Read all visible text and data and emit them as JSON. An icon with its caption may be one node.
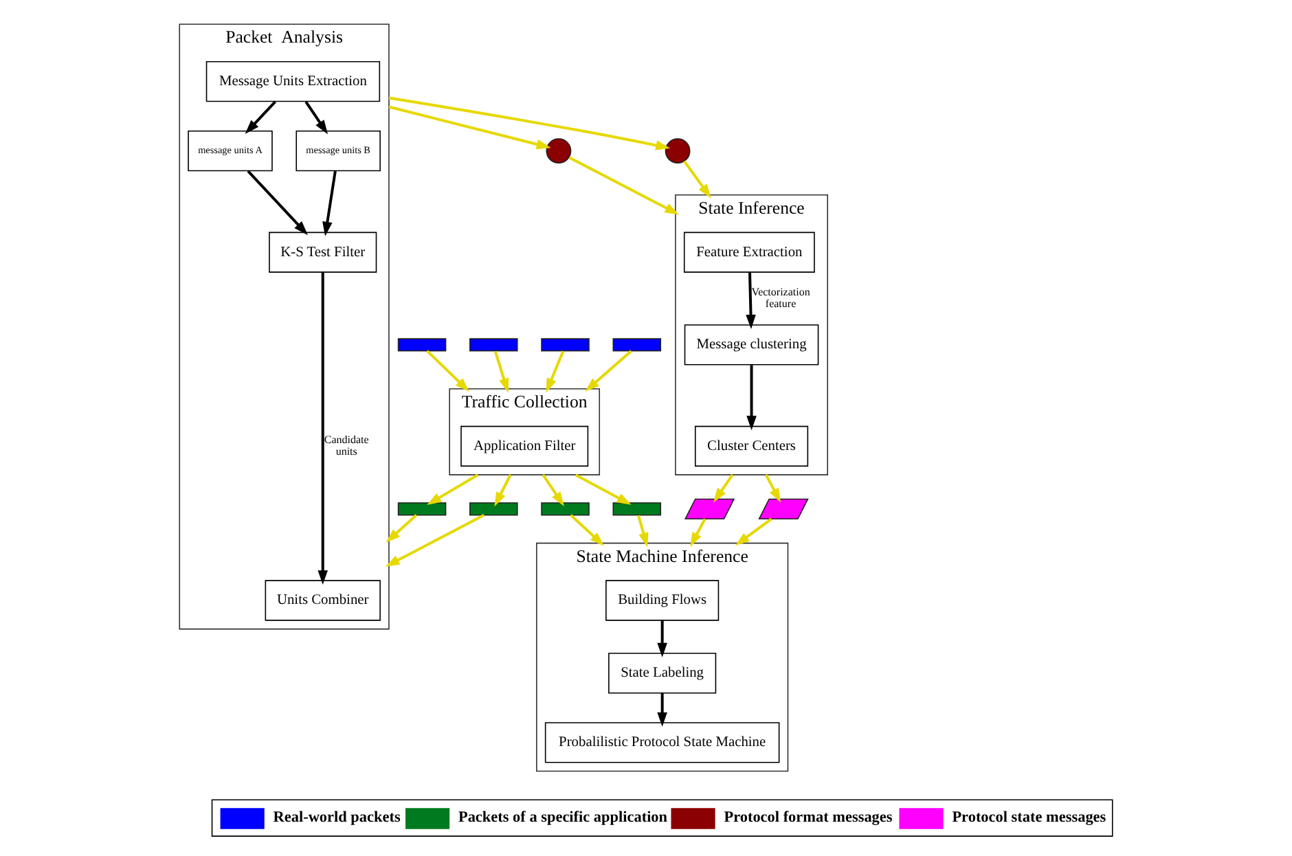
{
  "diagram": {
    "nodes": [
      {
        "text": [
          "Packet  Analysis"
        ]
      },
      {
        "text": [
          "Units Combiner"
        ],
        "in": 0
      },
      {
        "text": [
          "K-S Test Filter"
        ],
        "in": 0
      },
      {
        "text": [
          "message units A"
        ],
        "in": 0
      },
      {
        "text": [
          "message units B"
        ],
        "in": 0
      },
      {
        "text": [
          "Message Units Extraction"
        ],
        "in": 0
      },
      {
        "text": [
          "State Inference"
        ]
      },
      {
        "text": [
          "Feature Extraction"
        ],
        "in": 6
      },
      {
        "text": [
          "Message clustering"
        ],
        "in": 6
      },
      {
        "text": [
          "Cluster Centers"
        ],
        "in": 6
      },
      {
        "text": [
          "Traffic Collection"
        ]
      },
      {
        "text": [
          "Application Filter"
        ],
        "in": 10
      },
      {
        "text": [
          "State Machine Inference"
        ]
      },
      {
        "text": [
          "Building Flows"
        ],
        "in": 12
      },
      {
        "text": [
          "State Labeling"
        ],
        "in": 12
      },
      {
        "text": [
          "Probalilistic Protocol State Machine"
        ],
        "in": 12
      },
      {
        "text": [],
        "shape": "bar"
      },
      {
        "text": [],
        "shape": "bar"
      },
      {
        "text": [],
        "shape": "bar"
      },
      {
        "text": [],
        "shape": "bar"
      },
      {
        "text": [],
        "shape": "bar"
      },
      {
        "text": [],
        "shape": "bar"
      },
      {
        "text": [],
        "shape": "bar"
      },
      {
        "text": [],
        "shape": "bar"
      },
      {
        "text": [],
        "shape": "circle"
      },
      {
        "text": [],
        "shape": "circle"
      },
      {
        "text": [],
        "shape": "parallelogram"
      },
      {
        "text": [],
        "shape": "parallelogram"
      }
    ],
    "edges": [
      {
        "from": 2,
        "to": 1,
        "arrow": "to",
        "label": "Candidate units",
        "color": "#000000"
      },
      {
        "from": 3,
        "to": 2,
        "arrow": "to",
        "color": "#000000"
      },
      {
        "from": 4,
        "to": 2,
        "arrow": "to",
        "color": "#000000"
      },
      {
        "from": 5,
        "to": 3,
        "arrow": "to",
        "color": "#000000"
      },
      {
        "from": 5,
        "to": 4,
        "arrow": "to",
        "color": "#000000"
      },
      {
        "from": 7,
        "to": 8,
        "arrow": "to",
        "label": "Vectorization feature",
        "color": "#000000"
      },
      {
        "from": 8,
        "to": 9,
        "arrow": "to",
        "color": "#000000"
      },
      {
        "from": 13,
        "to": 14,
        "arrow": "to",
        "color": "#000000"
      },
      {
        "from": 14,
        "to": 15,
        "arrow": "to",
        "color": "#000000"
      },
      {
        "from": 16,
        "to": 10,
        "arrow": "to"
      },
      {
        "from": 17,
        "to": 10,
        "arrow": "to"
      },
      {
        "from": 18,
        "to": 10,
        "arrow": "to"
      },
      {
        "from": 19,
        "to": 10,
        "arrow": "to"
      },
      {
        "from": 10,
        "to": 20,
        "arrow": "to"
      },
      {
        "from": 10,
        "to": 21,
        "arrow": "to"
      },
      {
        "from": 20,
        "to": 0,
        "arrow": "to"
      },
      {
        "from": 21,
        "to": 0,
        "arrow": "to"
      },
      {
        "from": 0,
        "to": 24,
        "arrow": "to"
      },
      {
        "from": 0,
        "to": 25,
        "arrow": "to"
      },
      {
        "from": 24,
        "to": 6,
        "arrow": "to"
      },
      {
        "from": 25,
        "to": 6,
        "arrow": "to"
      },
      {
        "from": 6,
        "to": 26,
        "arrow": "to"
      },
      {
        "from": 6,
        "to": 27,
        "arrow": "to"
      },
      {
        "from": 26,
        "to": 12,
        "arrow": "to"
      },
      {
        "from": 27,
        "to": 12,
        "arrow": "to"
      },
      {
        "from": 10,
        "to": 22,
        "arrow": "to"
      },
      {
        "from": 10,
        "to": 23,
        "arrow": "to"
      },
      {
        "from": 22,
        "to": 12,
        "arrow": "to"
      },
      {
        "from": 23,
        "to": 12,
        "arrow": "to"
      }
    ],
    "legend": [
      {
        "text": "Real-world packets",
        "color": "#0000ff"
      },
      {
        "text": "Packets of a specific application",
        "color": "#007a1f"
      },
      {
        "text": "Protocol format messages",
        "color": "#8b0000"
      },
      {
        "text": "Protocol state messages",
        "color": "#ff00ff"
      }
    ]
  }
}
